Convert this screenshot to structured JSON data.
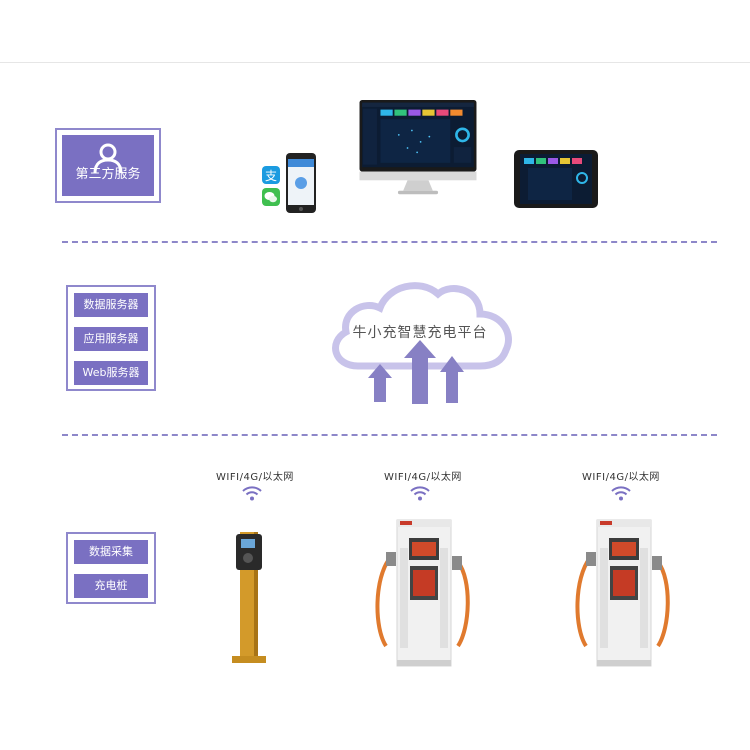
{
  "top_tier": {
    "label": "第三方服务",
    "icon": "user-icon"
  },
  "middle_tier": {
    "items": [
      "数据服务器",
      "应用服务器",
      "Web服务器"
    ]
  },
  "cloud": {
    "label": "牛小充智慧充电平台"
  },
  "bottom_tier": {
    "items": [
      "数据采集",
      "充电桩"
    ]
  },
  "stations": [
    {
      "connectivity": "WIFI/4G/以太网"
    },
    {
      "connectivity": "WIFI/4G/以太网"
    },
    {
      "connectivity": "WIFI/4G/以太网"
    }
  ],
  "colors": {
    "accent": "#7a70c2",
    "border": "#8f88cc",
    "arrow": "#8780c4",
    "cloud": "#c8c3ea",
    "divider": "#8d87c9"
  }
}
